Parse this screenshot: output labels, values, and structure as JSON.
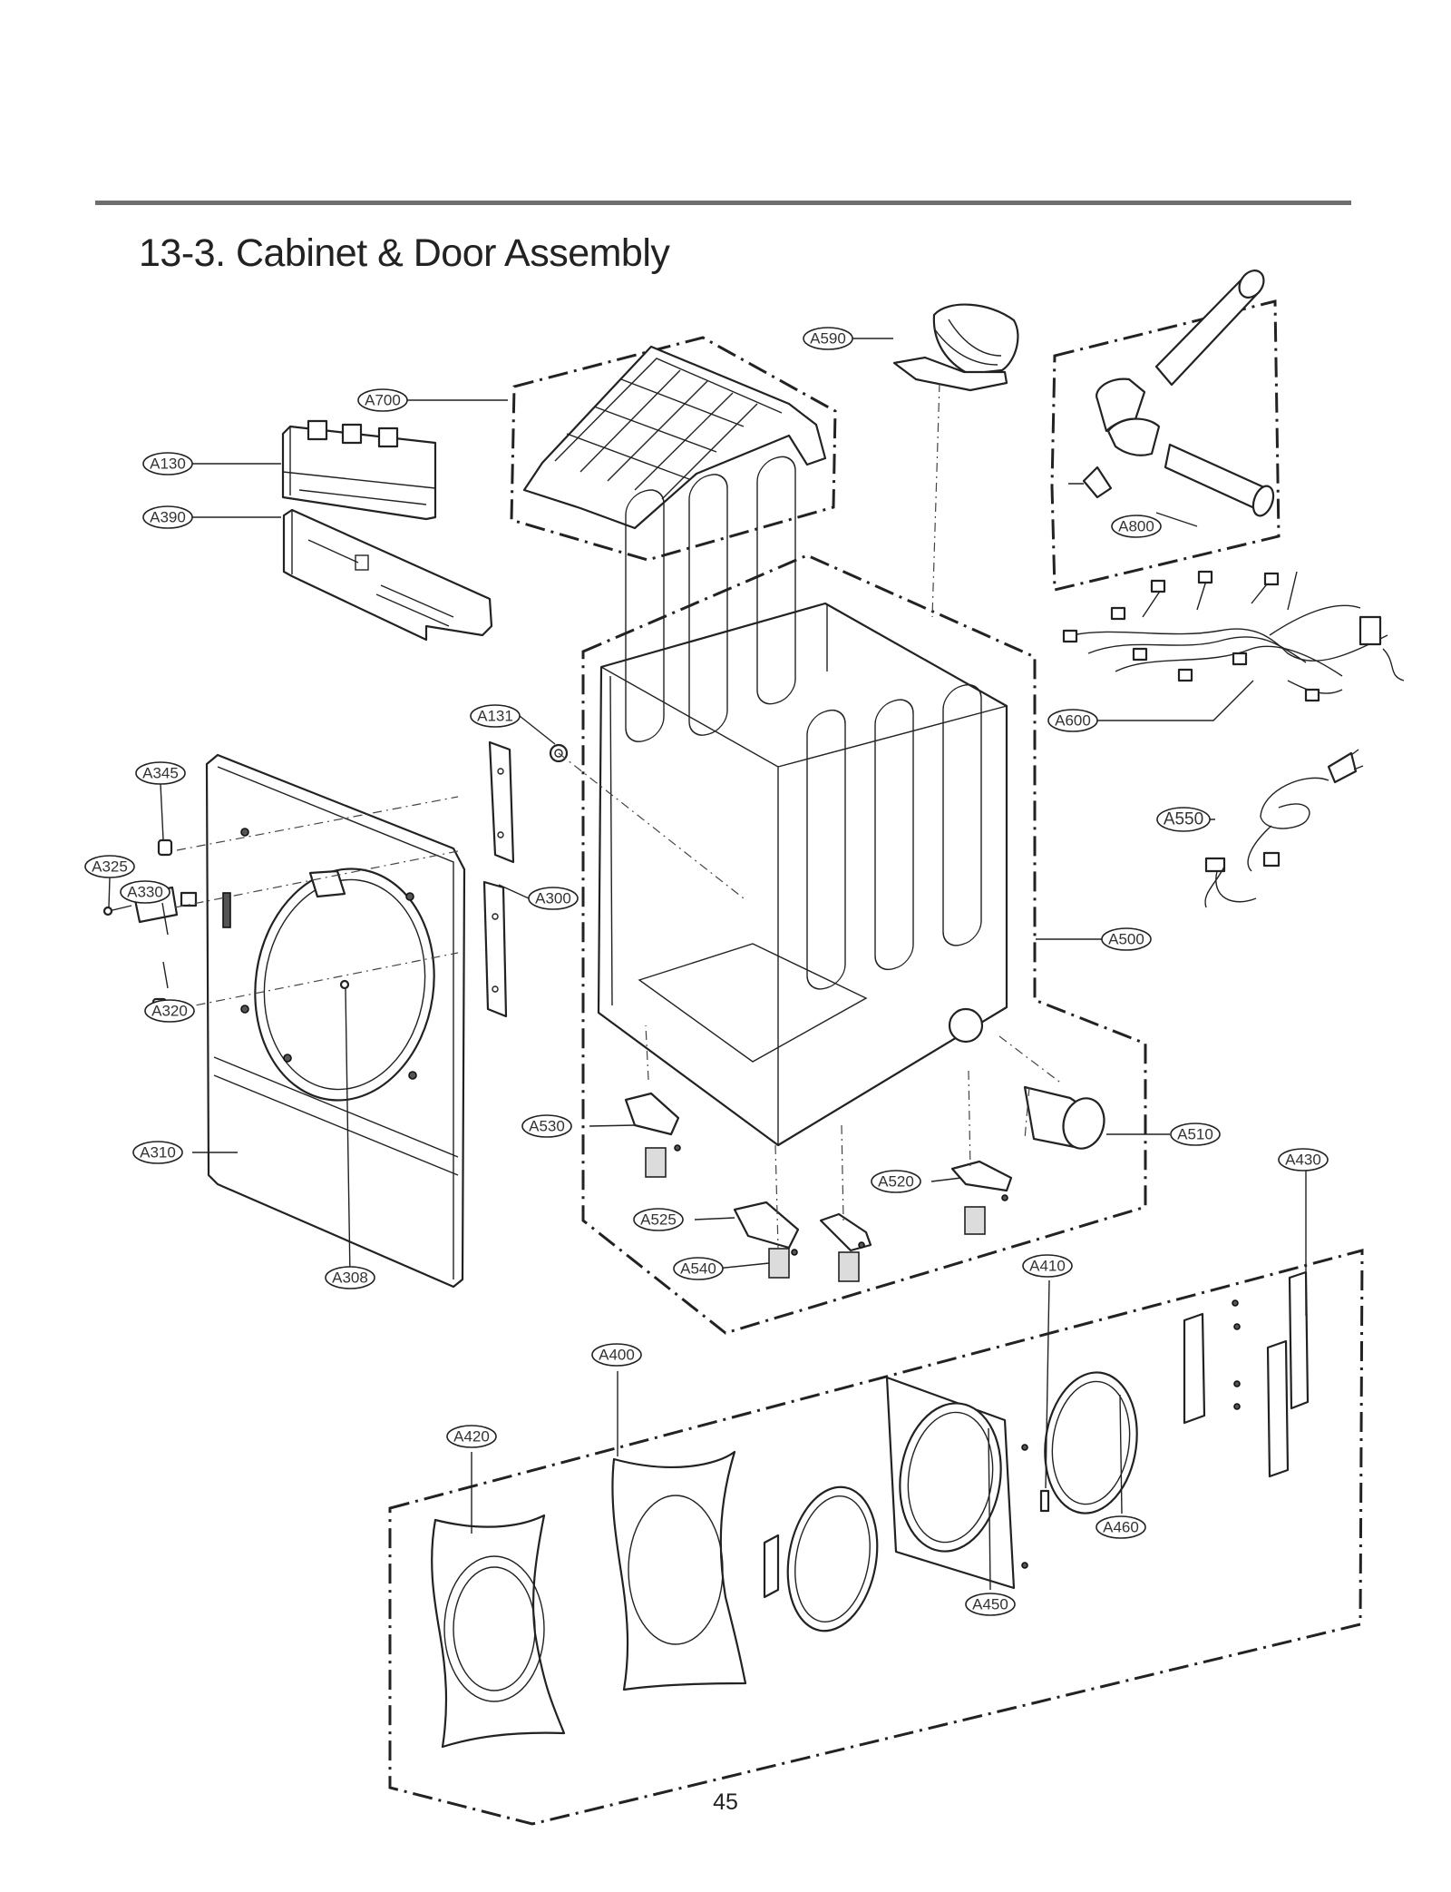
{
  "title": "13-3. Cabinet & Door Assembly",
  "page_number": "45",
  "parts": {
    "A590": "A590",
    "A700": "A700",
    "A130": "A130",
    "A390": "A390",
    "A800": "A800",
    "A131": "A131",
    "A600": "A600",
    "A345": "A345",
    "A550": "A550",
    "A325": "A325",
    "A330": "A330",
    "A300": "A300",
    "A500": "A500",
    "A320": "A320",
    "A530": "A530",
    "A510": "A510",
    "A310": "A310",
    "A430": "A430",
    "A520": "A520",
    "A525": "A525",
    "A410": "A410",
    "A540": "A540",
    "A308": "A308",
    "A400": "A400",
    "A420": "A420",
    "A460": "A460",
    "A450": "A450"
  }
}
